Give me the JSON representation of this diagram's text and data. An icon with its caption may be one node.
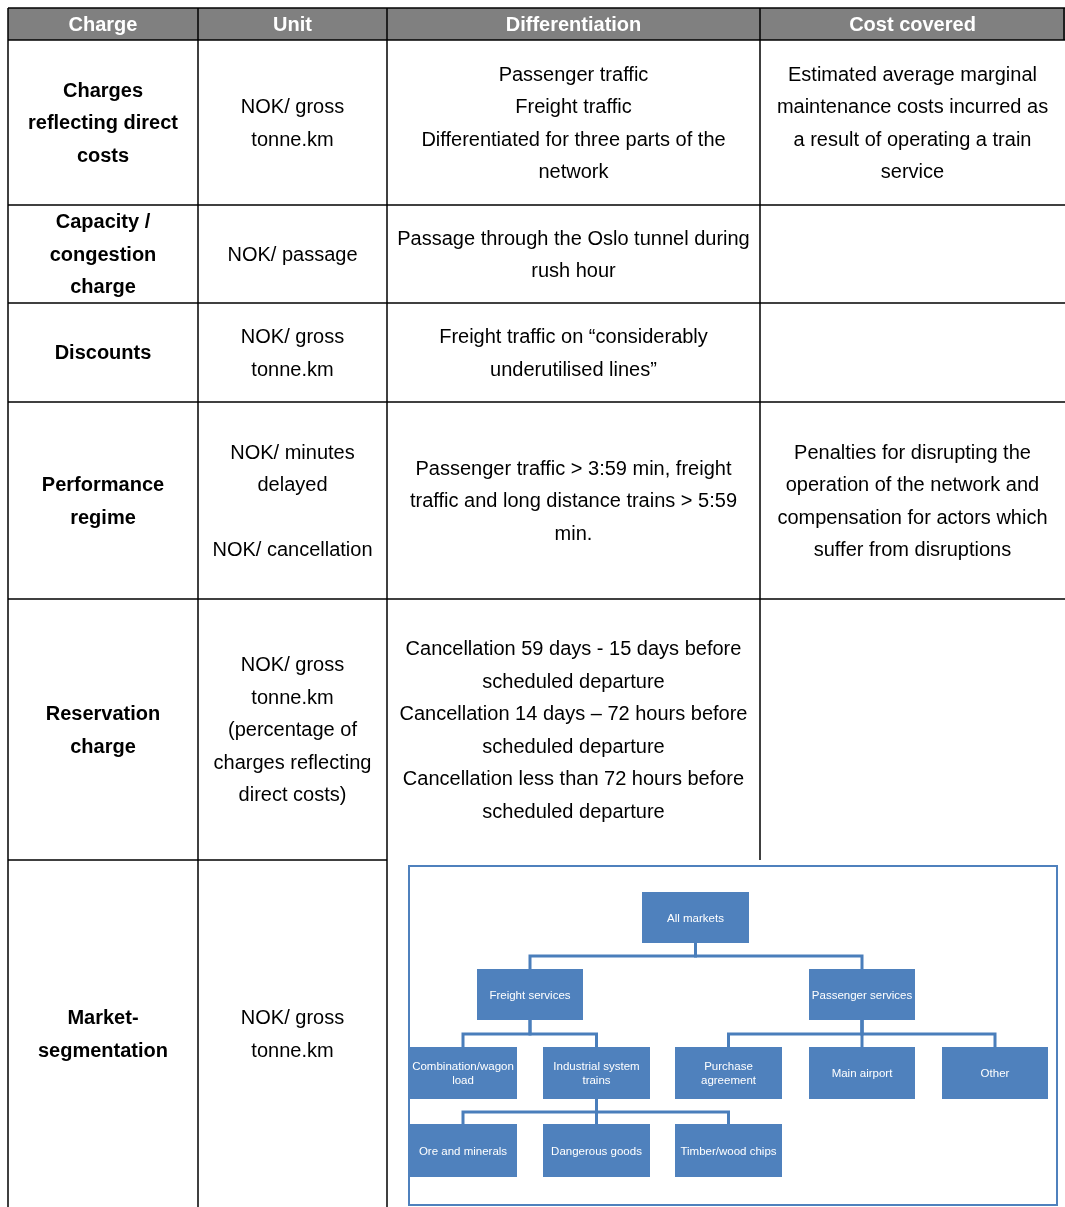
{
  "diagram": {
    "nodes": [
      {
        "text": [
          "All markets"
        ]
      },
      {
        "text": [
          "Freight services"
        ]
      },
      {
        "text": [
          "Passenger services"
        ]
      },
      {
        "text": [
          "Combination/wagon load"
        ]
      },
      {
        "text": [
          "Industrial system trains"
        ]
      },
      {
        "text": [
          "Purchase agreement"
        ]
      },
      {
        "text": [
          "Main airport"
        ]
      },
      {
        "text": [
          "Other"
        ]
      },
      {
        "text": [
          "Ore and minerals"
        ]
      },
      {
        "text": [
          "Dangerous goods"
        ]
      },
      {
        "text": [
          "Timber/wood chips"
        ]
      }
    ],
    "edges": [
      {
        "from": 0,
        "to": 1,
        "arrow": "none"
      },
      {
        "from": 0,
        "to": 2,
        "arrow": "none"
      },
      {
        "from": 1,
        "to": 3,
        "arrow": "none"
      },
      {
        "from": 1,
        "to": 4,
        "arrow": "none"
      },
      {
        "from": 2,
        "to": 5,
        "arrow": "none"
      },
      {
        "from": 2,
        "to": 6,
        "arrow": "none"
      },
      {
        "from": 2,
        "to": 7,
        "arrow": "none"
      },
      {
        "from": 4,
        "to": 8,
        "arrow": "none"
      },
      {
        "from": 4,
        "to": 9,
        "arrow": "none"
      },
      {
        "from": 4,
        "to": 10,
        "arrow": "none"
      }
    ],
    "labels": [
      "Charge",
      "Unit",
      "Differentiation",
      "Cost covered",
      "Charges reflecting direct costs",
      "NOK/ gross tonne.km",
      "Passenger traffic",
      "Freight traffic",
      "Differentiated for three parts of the network",
      "Estimated average marginal maintenance costs incurred as a result of operating a train service",
      "Capacity / congestion charge",
      "NOK/ passage",
      "Passage through the Oslo tunnel during rush hour",
      "Discounts",
      "NOK/ gross tonne.km",
      "Freight traffic on “considerably underutilised lines”",
      "Performance regime",
      "NOK/ minutes delayed",
      "NOK/ cancellation",
      "Passenger traffic > 3:59 min, freight traffic and long distance trains > 5:59 min.",
      "Penalties for disrupting the operation of the network and compensation for actors which suffer from disruptions",
      "Reservation charge",
      "NOK/ gross tonne.km (percentage of charges reflecting direct costs)",
      "Cancellation 59 days - 15 days before scheduled departure",
      "Cancellation 14 days – 72 hours before scheduled departure",
      "Cancellation less than 72 hours before scheduled departure",
      "Market-segmentation",
      "NOK/ gross tonne.km"
    ]
  }
}
